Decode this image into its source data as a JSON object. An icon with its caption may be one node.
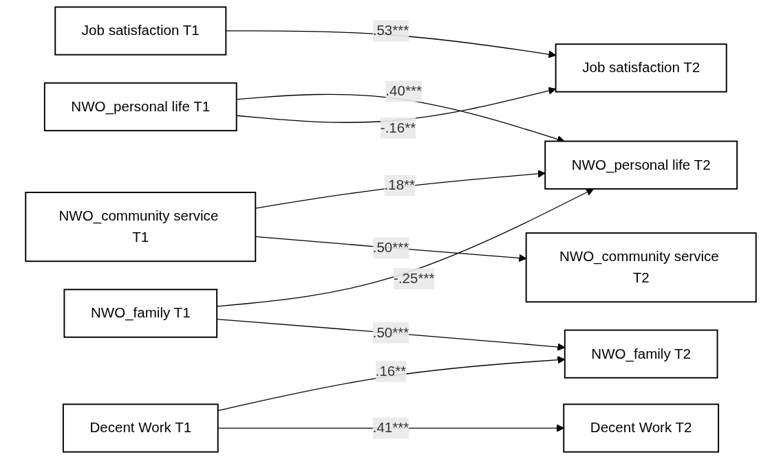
{
  "diagram": {
    "nodes": [
      {
        "text": [
          "NWO_personal life T1"
        ]
      },
      {
        "text": [
          "NWO_personal life T2"
        ]
      },
      {
        "text": [
          "NWO_family T1"
        ]
      },
      {
        "text": [
          "NWO_family T2"
        ]
      },
      {
        "text": [
          "NWO_community service T1"
        ]
      },
      {
        "text": [
          "NWO_community service T2"
        ]
      },
      {
        "text": [
          "Decent Work T1"
        ]
      },
      {
        "text": [
          "Decent Work T2"
        ]
      },
      {
        "text": [
          "Job satisfaction T1"
        ]
      },
      {
        "text": [
          "Job satisfaction T2"
        ]
      }
    ],
    "edges": [
      {
        "from": 0,
        "to": 1,
        "arrow": "to",
        "label": ".40***"
      },
      {
        "from": 2,
        "to": 1,
        "arrow": "to",
        "label": "-.25***"
      },
      {
        "from": 4,
        "to": 1,
        "arrow": "to",
        "label": ".18**"
      },
      {
        "from": 2,
        "to": 3,
        "arrow": "to",
        "label": ".50***"
      },
      {
        "from": 6,
        "to": 3,
        "arrow": "to",
        "label": ".16**"
      },
      {
        "from": 4,
        "to": 5,
        "arrow": "to",
        "label": ".50***"
      },
      {
        "from": 0,
        "to": 9,
        "arrow": "to",
        "label": "-.16**"
      },
      {
        "from": 6,
        "to": 7,
        "arrow": "to",
        "label": ".41***"
      },
      {
        "from": 8,
        "to": 9,
        "arrow": "to",
        "label": ".53***"
      }
    ]
  }
}
